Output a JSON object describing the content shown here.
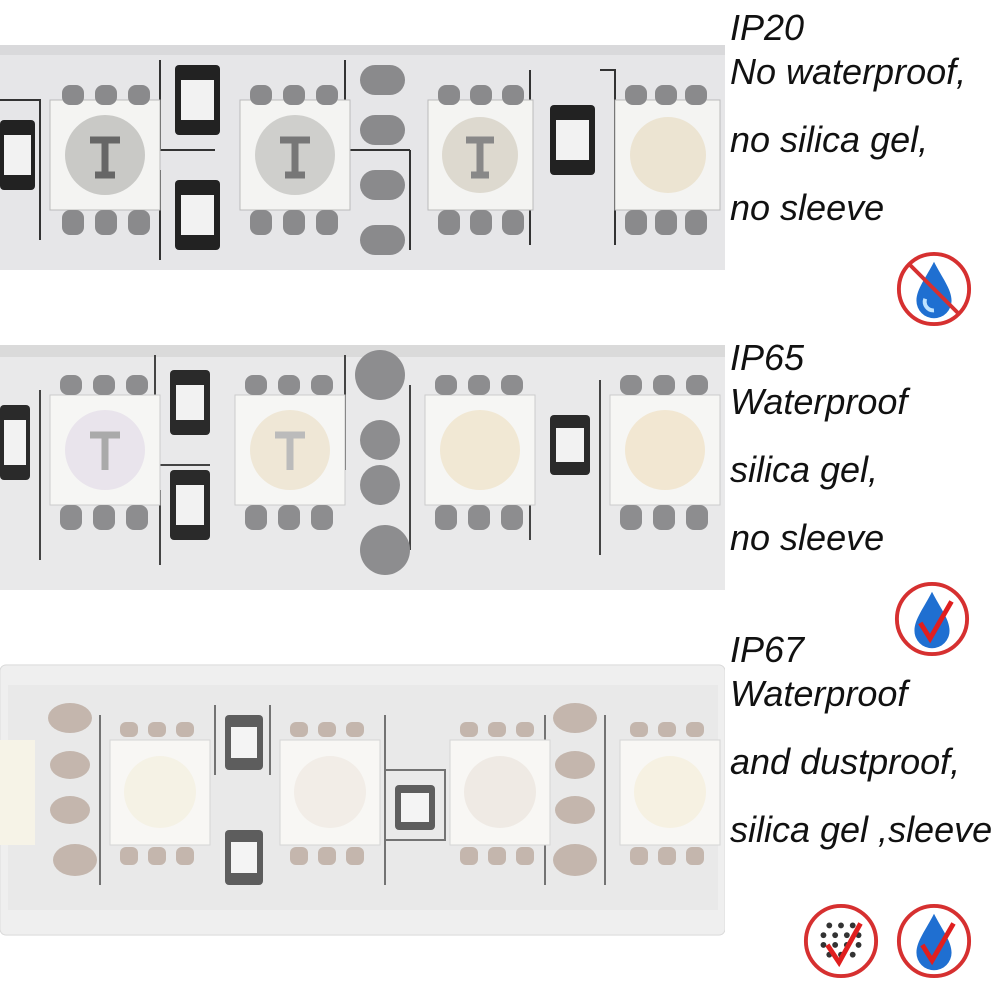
{
  "colors": {
    "pcb": "#e9e9ea",
    "pad": "#8a8a8c",
    "prohibit_red": "#d63030",
    "check_red": "#e01f1f",
    "water_blue": "#1f6fd1"
  },
  "sections": [
    {
      "rating": "IP20",
      "lines": [
        "No waterproof,",
        "no silica gel,",
        "no sleeve"
      ],
      "icons": [
        "no-water-icon"
      ]
    },
    {
      "rating": "IP65",
      "lines": [
        "Waterproof",
        "silica gel,",
        "no sleeve"
      ],
      "icons": [
        "waterproof-check-icon"
      ]
    },
    {
      "rating": "IP67",
      "lines": [
        "Waterproof",
        "and dustproof,",
        "silica gel ,sleeve"
      ],
      "icons": [
        "dustproof-check-icon",
        "waterproof-check-icon"
      ]
    }
  ]
}
